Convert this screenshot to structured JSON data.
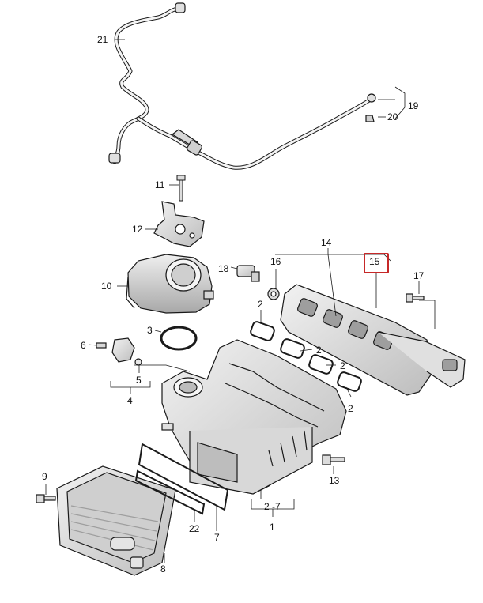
{
  "diagram": {
    "callouts": {
      "c21": "21",
      "c19": "19",
      "c20": "20",
      "c11": "11",
      "c12": "12",
      "c14": "14",
      "c15": "15",
      "c16": "16",
      "c17": "17",
      "c18": "18",
      "c10": "10",
      "c2a": "2",
      "c2b": "2",
      "c2c": "2",
      "c2d": "2",
      "c3": "3",
      "c6": "6",
      "c5": "5",
      "c4": "4",
      "c13": "13",
      "c9": "9",
      "c22": "22",
      "c7": "7",
      "c8": "8",
      "c2to7": "2 -7",
      "c1": "1"
    },
    "highlighted_callout": "15",
    "colors": {
      "line": "#1a1a1a",
      "part_fill": "#e6e6e6",
      "part_shade": "#bdbdbd",
      "highlight": "#c62828"
    }
  }
}
